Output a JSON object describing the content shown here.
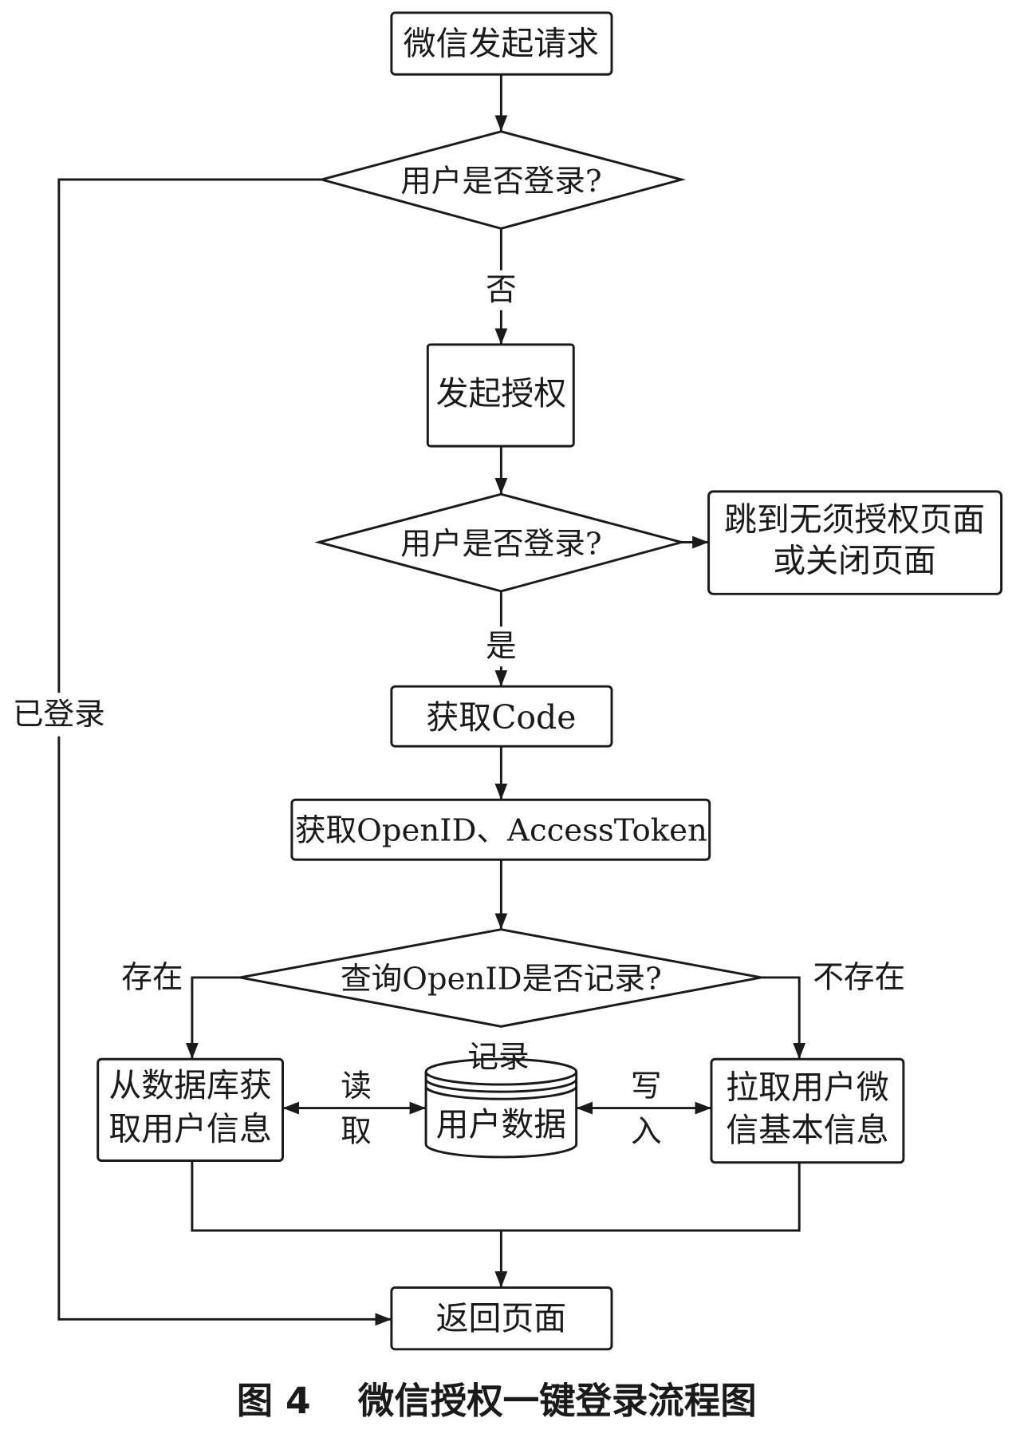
{
  "nodes": {
    "start": "微信发起请求",
    "check_login_1": "用户是否登录?",
    "start_auth": "发起授权",
    "check_login_2": "用户是否登录?",
    "skip_page": [
      "跳到无须授权页面",
      "或关闭页面"
    ],
    "get_code": "获取Code",
    "get_openid": "获取OpenID、AccessToken",
    "query_openid": "查询OpenID是否记录?",
    "db_fetch": [
      "从数据库获",
      "取用户信息"
    ],
    "user_data_label": "记录",
    "user_data": "用户数据",
    "pull_wechat": [
      "拉取用户微",
      "信基本信息"
    ],
    "return_page": "返回页面"
  },
  "edge_labels": {
    "logged_in": "已登录",
    "no": "否",
    "yes": "是",
    "exists": "存在",
    "not_exists": "不存在",
    "read": [
      "读",
      "取"
    ],
    "write": [
      "写",
      "入"
    ]
  },
  "caption": {
    "number": "图 4",
    "title": "微信授权一键登录流程图"
  }
}
